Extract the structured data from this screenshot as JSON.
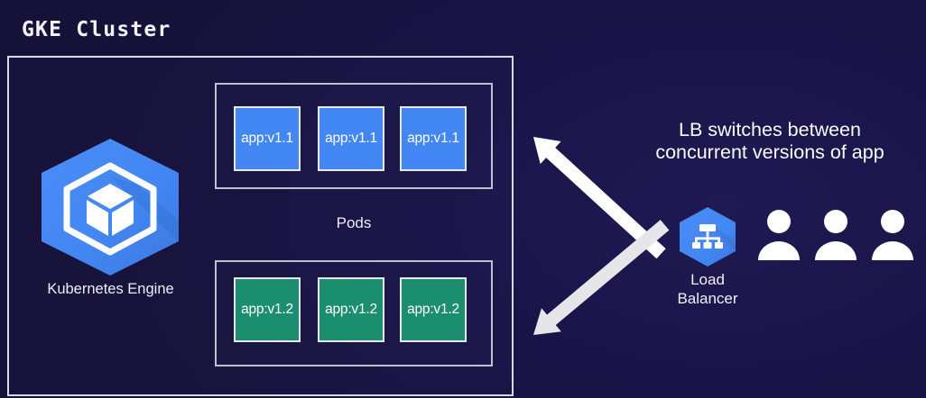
{
  "title": "GKE Cluster",
  "cluster": {
    "engine": {
      "icon": "kubernetes-engine-hexagon-icon",
      "label": "Kubernetes Engine"
    },
    "pods_label": "Pods",
    "pod_groups": [
      {
        "id": "v11",
        "version": "app:v1.1",
        "color": "#4387f4",
        "pods": [
          "app:v1.1",
          "app:v1.1",
          "app:v1.1"
        ]
      },
      {
        "id": "v12",
        "version": "app:v1.2",
        "color": "#1c8e70",
        "pods": [
          "app:v1.2",
          "app:v1.2",
          "app:v1.2"
        ]
      }
    ]
  },
  "right": {
    "note_line1": "LB switches between",
    "note_line2": "concurrent versions of app",
    "load_balancer": {
      "icon": "load-balancer-hexagon-icon",
      "label_line1": "Load",
      "label_line2": "Balancer"
    },
    "users": {
      "icon": "user-icon",
      "count": 3
    },
    "arrows": [
      {
        "id": "arrow-to-v11",
        "direction": "up-left",
        "color": "#ffffff"
      },
      {
        "id": "arrow-to-v12",
        "direction": "down-left",
        "color": "#e6e6ea"
      }
    ]
  },
  "colors": {
    "background": "#16123f",
    "border": "#d9d9e4",
    "blue": "#4387f4",
    "green": "#1c8e70",
    "text": "#ffffff"
  }
}
